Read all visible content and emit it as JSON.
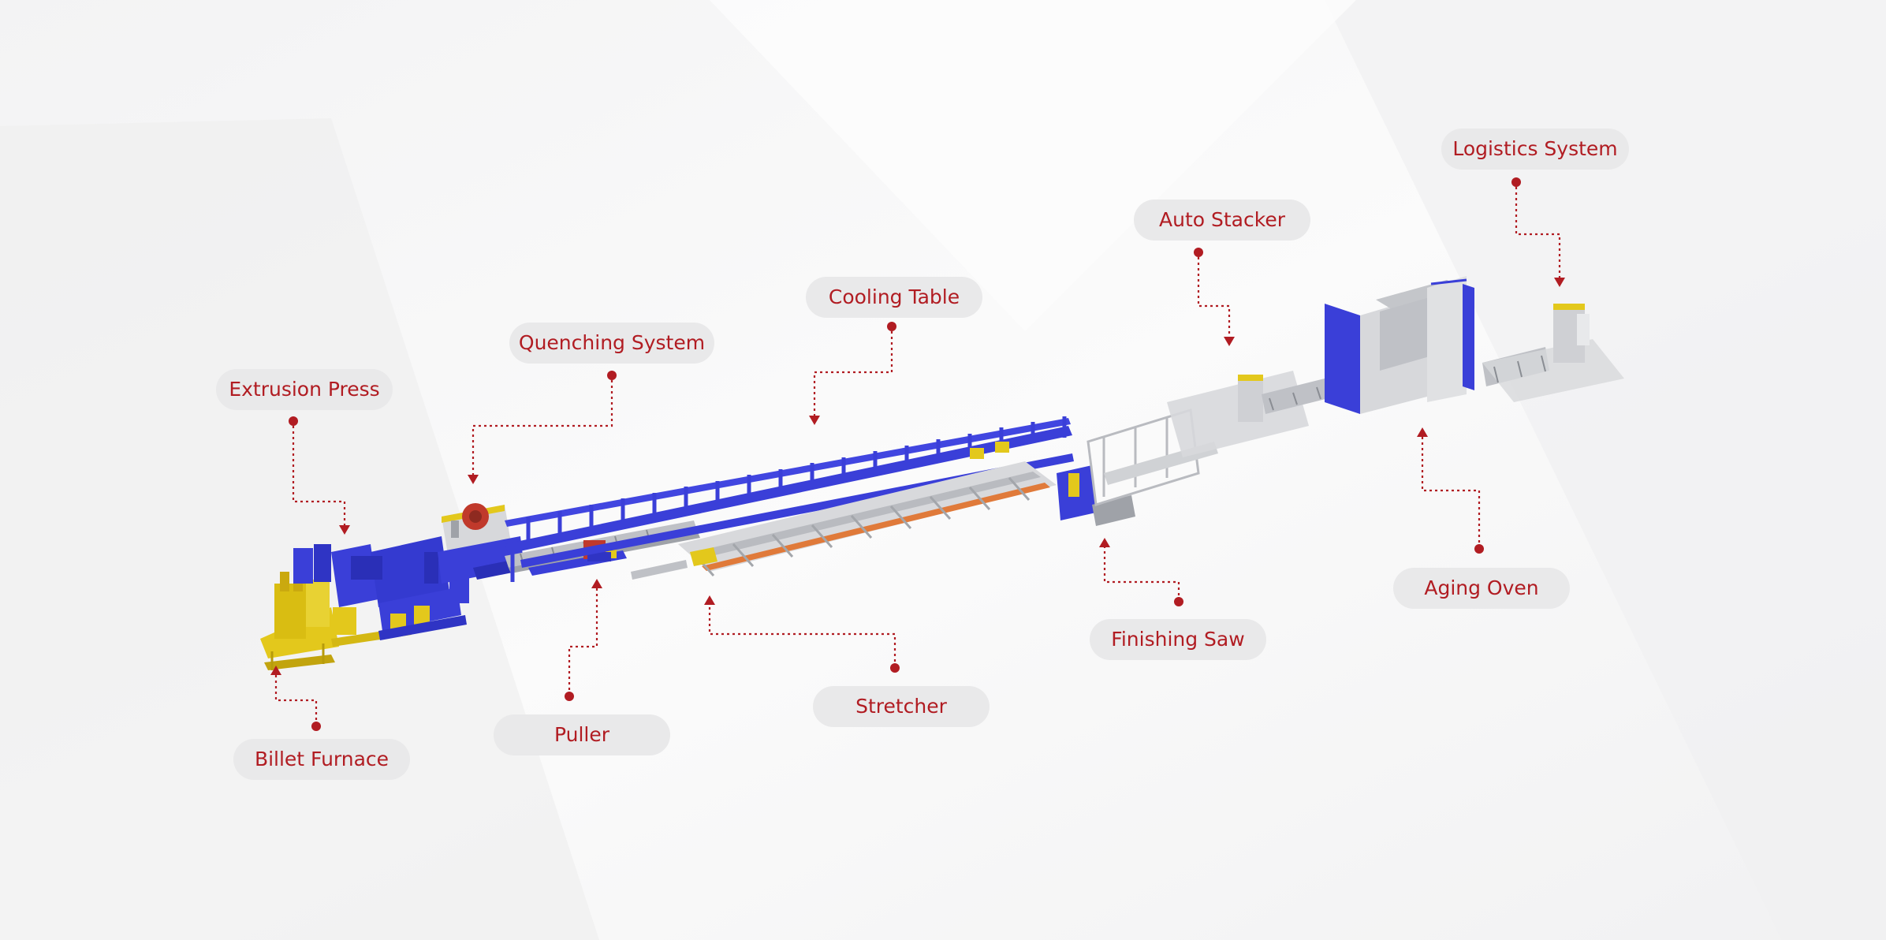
{
  "labels": {
    "extrusion_press": "Extrusion Press",
    "quenching_system": "Quenching System",
    "cooling_table": "Cooling Table",
    "auto_stacker": "Auto Stacker",
    "logistics_system": "Logistics System",
    "billet_furnace": "Billet Furnace",
    "puller": "Puller",
    "stretcher": "Stretcher",
    "finishing_saw": "Finishing Saw",
    "aging_oven": "Aging Oven"
  },
  "colors": {
    "label_text": "#b11c22",
    "label_bg": "#e9e9ea",
    "leader_line": "#b11c22",
    "machine_blue": "#3a3fd8",
    "machine_yellow": "#e3c81c",
    "machine_grey": "#c9cbcf",
    "machine_red": "#c0392b",
    "background": "#f7f7f8"
  }
}
